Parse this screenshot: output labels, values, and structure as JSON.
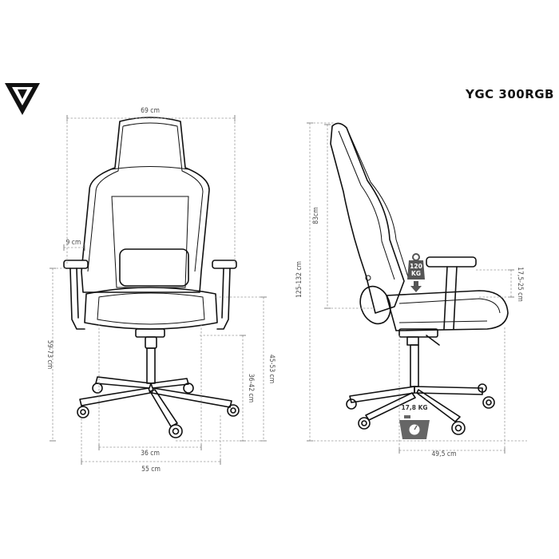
{
  "brand": {
    "logo_icon": "yenkee-y-logo-icon",
    "model": "YGC 300RGB"
  },
  "front_view": {
    "width_label": "69 cm",
    "armrest_offset_label": "9 cm",
    "arm_height_label": "59-73 cm",
    "seat_height_label": "36-42 cm",
    "seat_total_label": "45-53 cm",
    "seat_width_label": "36 cm",
    "base_width_label": "55 cm"
  },
  "side_view": {
    "backrest_label": "83cm",
    "total_height_label": "125-132 cm",
    "arm_adjust_label": "17,5-25 cm",
    "depth_label": "49,5  cm",
    "max_load": {
      "value": "120",
      "unit": "KG",
      "icon": "weight-load-icon"
    },
    "chair_weight": {
      "value": "17,8 KG",
      "icon": "scale-icon"
    }
  },
  "colors": {
    "line": "#111111",
    "dimension": "#9a9a9a",
    "badge": "#555555"
  }
}
